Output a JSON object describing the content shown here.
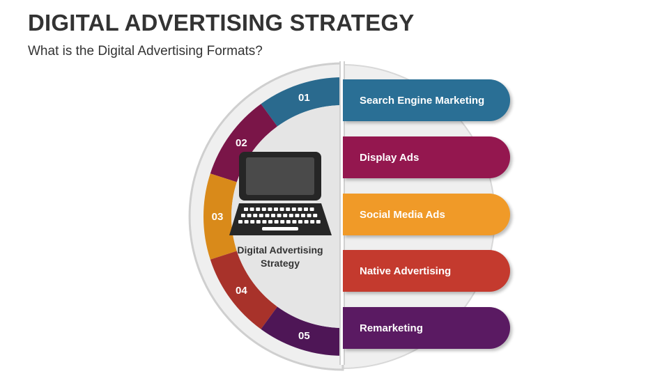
{
  "header": {
    "title": "DIGITAL ADVERTISING STRATEGY",
    "subtitle": "What is the Digital Advertising Formats?"
  },
  "center": {
    "label_line1": "Digital Advertising",
    "label_line2": "Strategy",
    "icon": "laptop-icon"
  },
  "segments": [
    {
      "number": "01",
      "color": "#2a6a8e"
    },
    {
      "number": "02",
      "color": "#7a1548"
    },
    {
      "number": "03",
      "color": "#d98a1a"
    },
    {
      "number": "04",
      "color": "#a8322a"
    },
    {
      "number": "05",
      "color": "#4e1656"
    }
  ],
  "items": [
    {
      "label": "Search Engine Marketing",
      "color": "#2a6f95"
    },
    {
      "label": "Display Ads",
      "color": "#94174f"
    },
    {
      "label": "Social Media Ads",
      "color": "#f09a28"
    },
    {
      "label": "Native Advertising",
      "color": "#c43a2e"
    },
    {
      "label": "Remarketing",
      "color": "#5a1a62"
    }
  ]
}
